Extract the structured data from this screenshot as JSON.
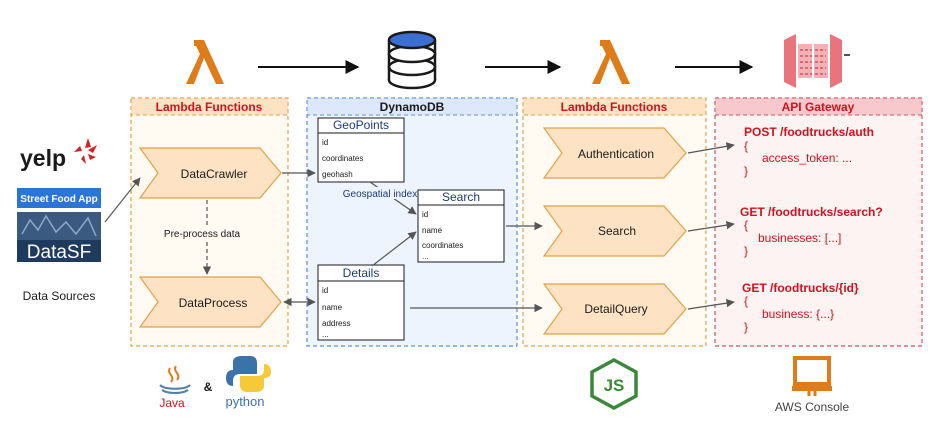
{
  "sources": {
    "yelp": "yelp",
    "street_food_app": "Street Food App",
    "datasf": "DataSF",
    "caption": "Data Sources"
  },
  "panels": {
    "lambda_left": "Lambda Functions",
    "dynamodb": "DynamoDB",
    "lambda_right": "Lambda Functions",
    "api_gateway": "API Gateway"
  },
  "left_lambdas": {
    "crawler": "DataCrawler",
    "process": "DataProcess",
    "preprocess_label": "Pre-process data"
  },
  "tables": {
    "geopoints": {
      "title": "GeoPoints",
      "fields": [
        "id",
        "coordinates",
        "geohash"
      ]
    },
    "search": {
      "title": "Search",
      "fields": [
        "id",
        "name",
        "coordinates",
        "..."
      ]
    },
    "details": {
      "title": "Details",
      "fields": [
        "id",
        "name",
        "address",
        "..."
      ]
    },
    "index_label": "Geospatial index"
  },
  "right_lambdas": {
    "auth": "Authentication",
    "search": "Search",
    "detail": "DetailQuery"
  },
  "api": [
    {
      "route": "POST /foodtrucks/auth",
      "open": "{",
      "body": "access_token: ...",
      "close": "}"
    },
    {
      "route": "GET /foodtrucks/search?",
      "open": "{",
      "body": "businesses: [...]",
      "close": "}"
    },
    {
      "route": "GET /foodtrucks/{id}",
      "open": "{",
      "body": "business: {...}",
      "close": "}"
    }
  ],
  "bottom": {
    "java": "Java",
    "ampersand": "&",
    "python": "python",
    "node": "JS",
    "aws_console": "AWS Console"
  },
  "colors": {
    "lambda_orange": "#e07b1a",
    "chevron_fill": "#fde3c4",
    "chevron_stroke": "#e0a24a",
    "dynamo_border": "#5b8fd9",
    "dynamo_fill": "#eef4fd",
    "api_border": "#d0525f",
    "api_fill": "#fdf3f3",
    "api_text": "#d0121c",
    "datasf_bg": "#1e3a5c"
  }
}
